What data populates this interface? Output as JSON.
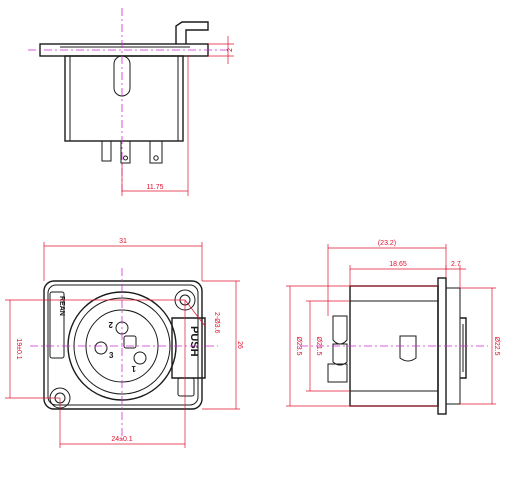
{
  "top_view": {
    "dims": {
      "flange_thickness": "2",
      "pin_offset": "11.75"
    }
  },
  "front_view": {
    "dims": {
      "width": "31",
      "hole_spacing_h": "24±0.1",
      "hole_spacing_v": "19±0.1",
      "height": "26",
      "hole_dia": "2-Ø3.6"
    },
    "labels": {
      "brand": "REAN",
      "push": "PUSH",
      "pin1": "1",
      "pin2": "2",
      "pin3": "3"
    }
  },
  "side_view": {
    "dims": {
      "total_length": "(23.2)",
      "body_length": "18.65",
      "flange": "2.7",
      "dia_outer": "Ø23.5",
      "dia_inner": "Ø21.5",
      "dia_right": "Ø22.5"
    }
  }
}
